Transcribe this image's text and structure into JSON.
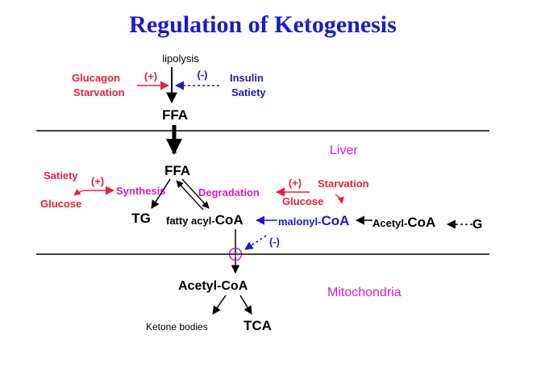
{
  "title": "Regulation of Ketogenesis",
  "colors": {
    "title": "#1a1acc",
    "activator": "#e8203a",
    "inhibitor": "#1a1acc",
    "enzyme": "#d020c8",
    "text": "#000000"
  },
  "top": {
    "lipolysis": "lipolysis",
    "plus": "(+)",
    "minus": "(-)",
    "activators": [
      "Glucagon",
      "Starvation"
    ],
    "inhibitors": [
      "Insulin",
      "Satiety"
    ],
    "ffa": "FFA"
  },
  "compartments": {
    "liver": "Liver",
    "mitochondria": "Mitochondria"
  },
  "liver": {
    "ffa": "FFA",
    "synthesis": "Synthesis",
    "degradation": "Degradation",
    "left_plus": "(+)",
    "left_satiety": "Satiety",
    "left_glucose": "Glucose",
    "right_plus": "(+)",
    "right_starvation": "Starvation",
    "right_glucose": "Glucose",
    "tg": "TG",
    "fatty_acyl_prefix": "fatty acyl-",
    "coa": "CoA",
    "malonyl_prefix": "malonyl-",
    "acetyl_prefix": "Acetyl-",
    "g": "G",
    "inhibit_minus": "(-)",
    "transporter": "T"
  },
  "mito": {
    "acetyl_prefix": "Acetyl-",
    "coa": "CoA",
    "ketone": "Ketone bodies",
    "tca": "TCA"
  }
}
